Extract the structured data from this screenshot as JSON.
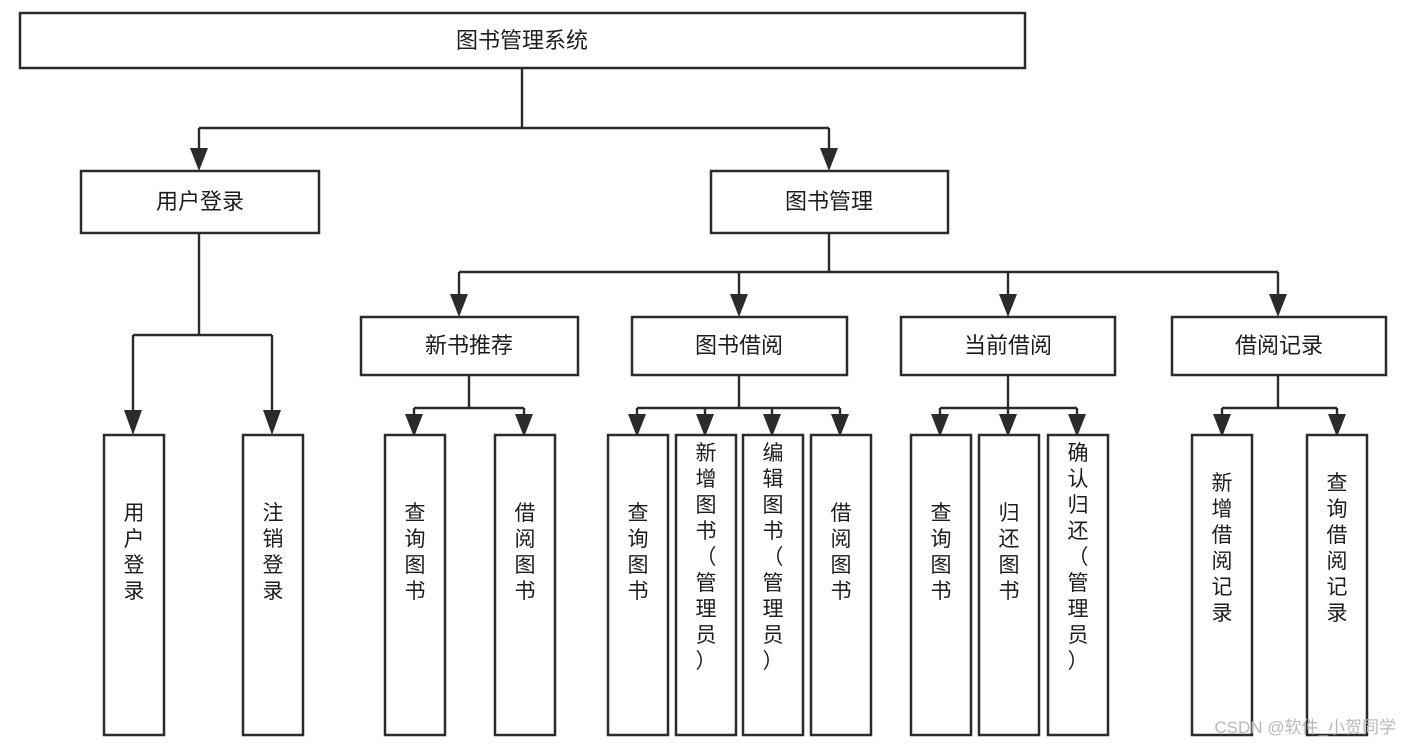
{
  "diagram": {
    "title": "图书管理系统",
    "type": "hierarchy-tree",
    "orientation": "top-down",
    "colors": {
      "box_stroke": "#2b2b2b",
      "box_fill": "#ffffff",
      "line": "#2b2b2b",
      "text": "#1d1d1d",
      "watermark": "#b9b9b9",
      "background": "#ffffff"
    },
    "levels": [
      {
        "level": 1,
        "nodes": [
          {
            "id": "root",
            "label": "图书管理系统",
            "orientation": "horizontal"
          }
        ]
      },
      {
        "level": 2,
        "nodes": [
          {
            "id": "login",
            "label": "用户登录",
            "orientation": "horizontal",
            "parent": "root"
          },
          {
            "id": "bookmgmt",
            "label": "图书管理",
            "orientation": "horizontal",
            "parent": "root"
          }
        ]
      },
      {
        "level": 3,
        "nodes": [
          {
            "id": "newbook",
            "label": "新书推荐",
            "orientation": "horizontal",
            "parent": "bookmgmt"
          },
          {
            "id": "borrow",
            "label": "图书借阅",
            "orientation": "horizontal",
            "parent": "bookmgmt"
          },
          {
            "id": "current",
            "label": "当前借阅",
            "orientation": "horizontal",
            "parent": "bookmgmt"
          },
          {
            "id": "records",
            "label": "借阅记录",
            "orientation": "horizontal",
            "parent": "bookmgmt"
          }
        ]
      },
      {
        "level": 4,
        "nodes": [
          {
            "id": "leaf-user-login",
            "label": "用户登录",
            "orientation": "vertical",
            "parent": "login"
          },
          {
            "id": "leaf-user-logout",
            "label": "注销登录",
            "orientation": "vertical",
            "parent": "login"
          },
          {
            "id": "leaf-query-book-1",
            "label": "查询图书",
            "orientation": "vertical",
            "parent": "newbook"
          },
          {
            "id": "leaf-borrow-book-1",
            "label": "借阅图书",
            "orientation": "vertical",
            "parent": "newbook"
          },
          {
            "id": "leaf-query-book-2",
            "label": "查询图书",
            "orientation": "vertical",
            "parent": "borrow"
          },
          {
            "id": "leaf-add-book",
            "label": "新增图书（管理员）",
            "orientation": "vertical",
            "parent": "borrow"
          },
          {
            "id": "leaf-edit-book",
            "label": "编辑图书（管理员）",
            "orientation": "vertical",
            "parent": "borrow"
          },
          {
            "id": "leaf-borrow-book-2",
            "label": "借阅图书",
            "orientation": "vertical",
            "parent": "borrow"
          },
          {
            "id": "leaf-query-book-3",
            "label": "查询图书",
            "orientation": "vertical",
            "parent": "current"
          },
          {
            "id": "leaf-return-book",
            "label": "归还图书",
            "orientation": "vertical",
            "parent": "current"
          },
          {
            "id": "leaf-confirm-return",
            "label": "确认归还（管理员）",
            "orientation": "vertical",
            "parent": "current"
          },
          {
            "id": "leaf-add-record",
            "label": "新增借阅记录",
            "orientation": "vertical",
            "parent": "records"
          },
          {
            "id": "leaf-query-record",
            "label": "查询借阅记录",
            "orientation": "vertical",
            "parent": "records"
          }
        ]
      }
    ]
  },
  "watermark": {
    "text": "CSDN @软件_小贺同学"
  }
}
